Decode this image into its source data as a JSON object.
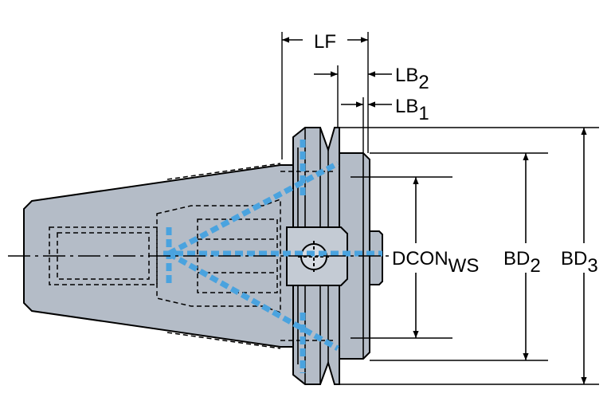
{
  "labels": {
    "lf": "LF",
    "lb2_main": "LB",
    "lb2_sub": "2",
    "lb1_main": "LB",
    "lb1_sub": "1",
    "dcon_main": "DCON",
    "dcon_sub": "WS",
    "bd2_main": "BD",
    "bd2_sub": "2",
    "bd3_main": "BD",
    "bd3_sub": "3"
  },
  "colors": {
    "body": "#b4bcc7",
    "outline": "#000000",
    "coolant": "#4aa3df",
    "background": "#ffffff"
  }
}
